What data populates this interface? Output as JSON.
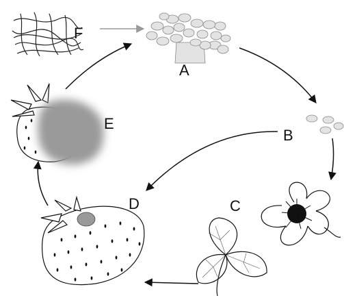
{
  "diagram": {
    "labels": {
      "a": "A",
      "b": "B",
      "c": "C",
      "d": "D",
      "e": "E",
      "f": "F"
    },
    "colors": {
      "ink": "#111111",
      "spore_fill": "#e3e3e3",
      "mold_fill": "#9a9a9a",
      "f_arrow": "#999999"
    },
    "icons": [
      "hyphae-mesh-icon",
      "conidiophore-cluster-icon",
      "spores-icon",
      "flower-icon",
      "strawberry-leaf-icon",
      "strawberry-lesion-icon",
      "moldy-strawberry-icon"
    ]
  }
}
